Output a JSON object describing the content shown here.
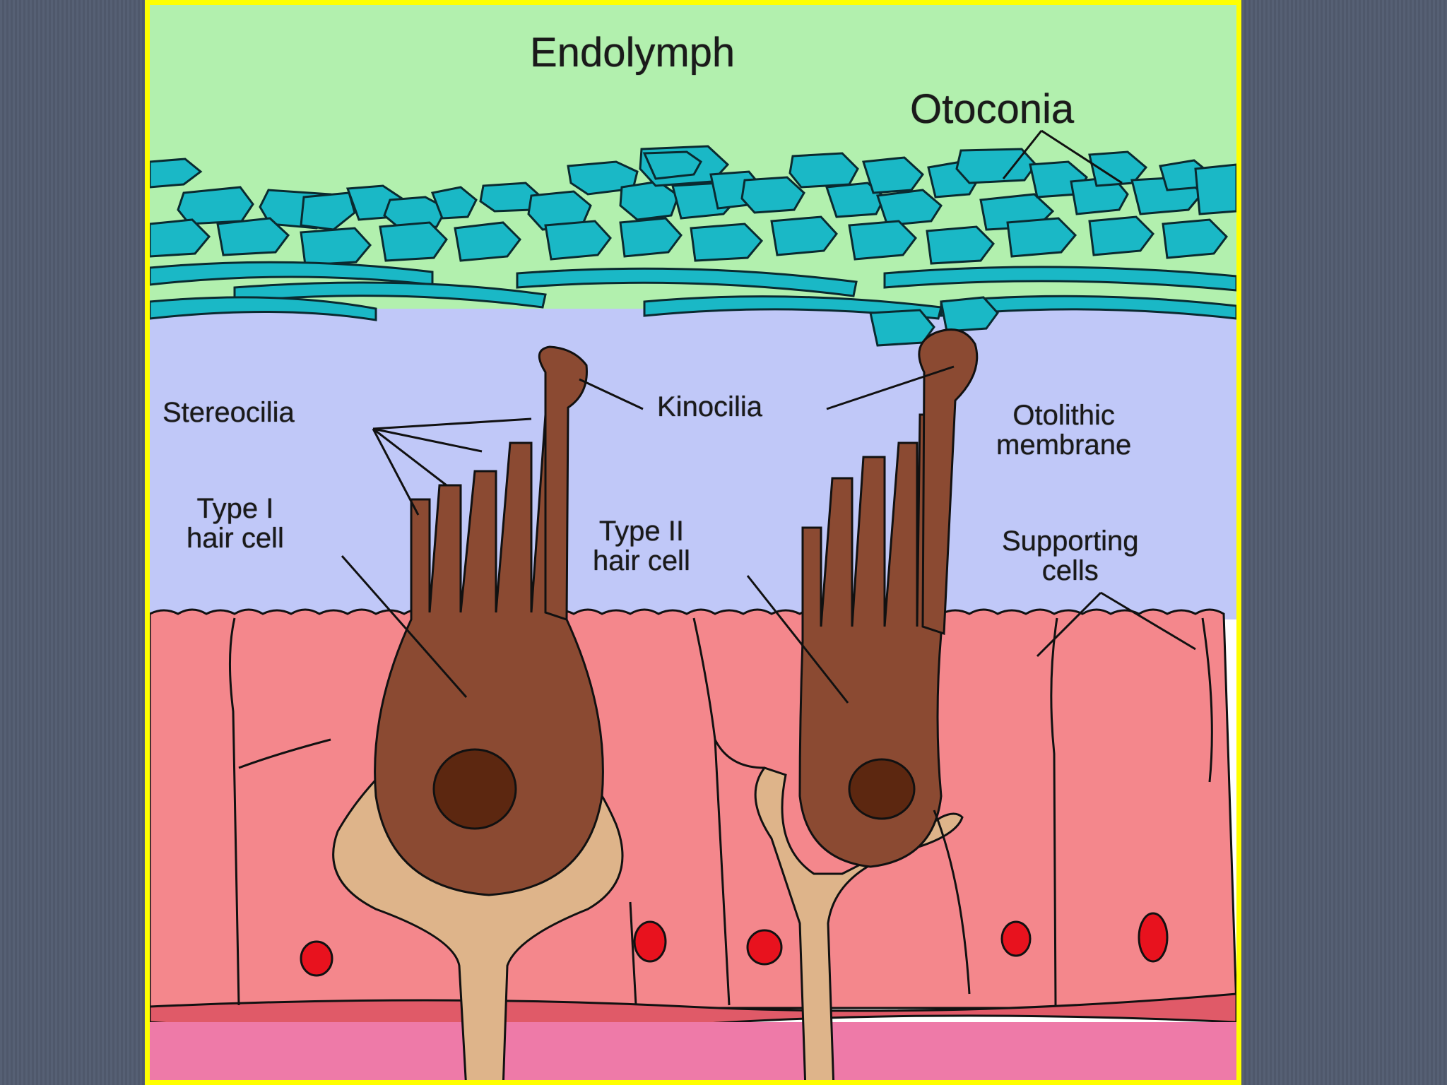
{
  "slide": {
    "border_color": "#ffff00",
    "background_color": "#555d70"
  },
  "diagram": {
    "colors": {
      "endolymph": "#b2f0ae",
      "otoconia": "#1ab8c6",
      "otolithic_membrane": "#c0c8f8",
      "supporting_cells": "#f4878c",
      "basement": "#ee7aa8",
      "hair_cell": "#8b4a32",
      "nucleus": "#5c2710",
      "nerve_calyx": "#deb48a",
      "cell_nuclei_red": "#e8121e"
    },
    "labels": {
      "endolymph": "Endolymph",
      "otoconia": "Otoconia",
      "stereocilia": "Stereocilia",
      "kinocilia": "Kinocilia",
      "otolithic_line1": "Otolithic",
      "otolithic_line2": "membrane",
      "type1_line1": "Type I",
      "type1_line2": "hair cell",
      "type2_line1": "Type II",
      "type2_line2": "hair cell",
      "supporting_line1": "Supporting",
      "supporting_line2": "cells"
    }
  }
}
